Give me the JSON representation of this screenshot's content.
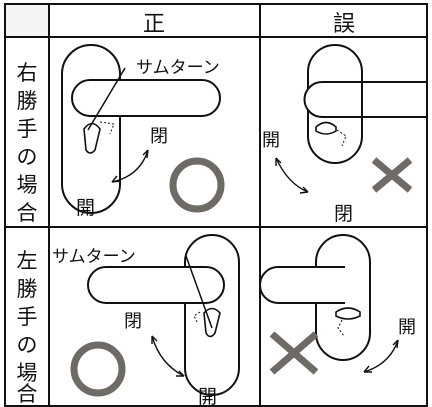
{
  "table": {
    "header": {
      "correct": "正",
      "wrong": "誤"
    },
    "rows": [
      {
        "label": [
          "右",
          "勝",
          "手",
          "の",
          "場",
          "合"
        ],
        "correct": {
          "callout": "サムターン",
          "open_upper": "閉",
          "open_lower": "開",
          "mark": "circle"
        },
        "wrong": {
          "open_left": "開",
          "open_lower": "閉",
          "mark": "cross"
        }
      },
      {
        "label": [
          "左",
          "勝",
          "手",
          "の",
          "場",
          "合"
        ],
        "correct": {
          "callout": "サムターン",
          "open_upper": "閉",
          "open_lower": "開",
          "mark": "circle"
        },
        "wrong": {
          "open_right": "開",
          "mark": "cross"
        }
      }
    ]
  },
  "colors": {
    "line": "#111111",
    "mark": "#6e6a66"
  }
}
